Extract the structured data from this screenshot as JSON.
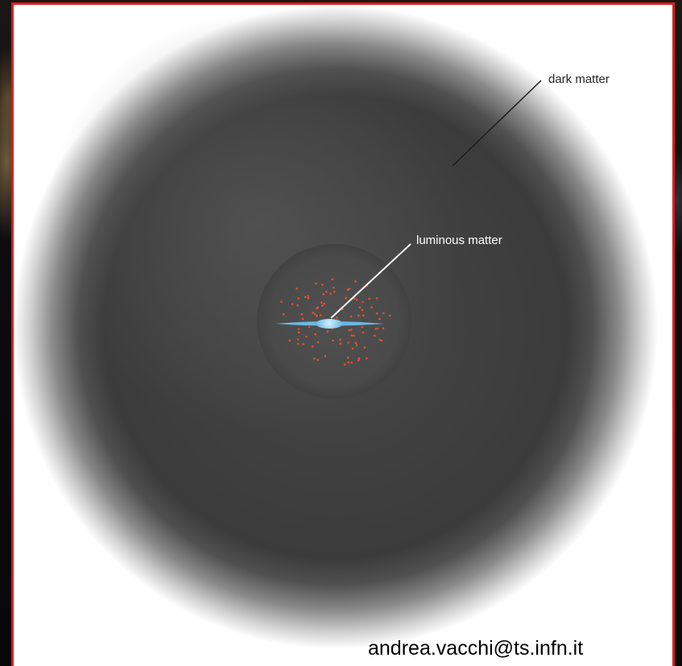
{
  "diagram": {
    "labels": {
      "dark_matter": "dark matter",
      "luminous_matter": "luminous matter"
    },
    "colors": {
      "border": "#d8201f",
      "halo_core": "#3d3d3d",
      "halo_edge": "#ffffff",
      "inner_sphere": "#4a4a4a",
      "disk": "#6cb8e6",
      "stars": "#e8502a",
      "dark_matter_label": "#262626",
      "luminous_matter_label": "#ffffff"
    }
  },
  "footer": {
    "email": "andrea.vacchi@ts.infn.it"
  }
}
